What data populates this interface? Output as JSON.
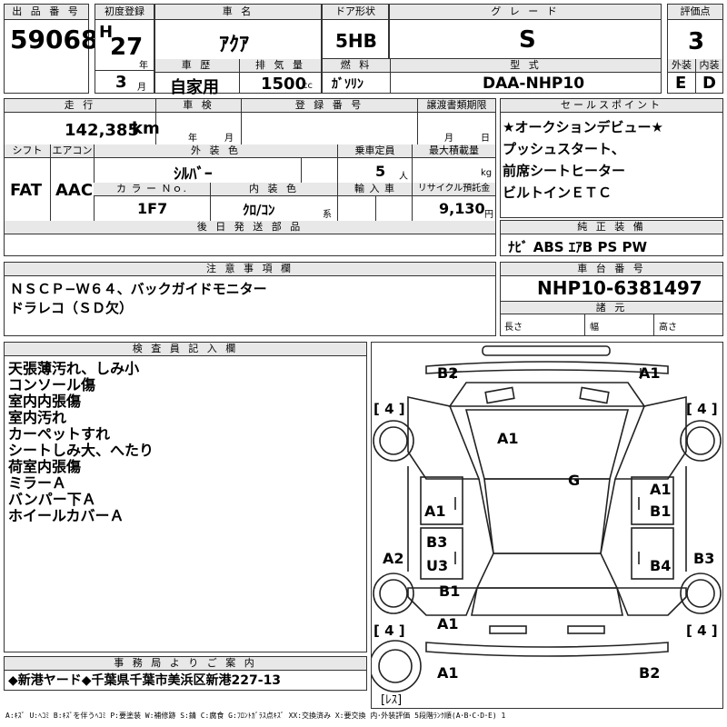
{
  "header": {
    "lot_no_label": "出 品 番 号",
    "lot_no": "59068",
    "first_reg_label": "初度登録",
    "era": "H",
    "year": "27",
    "year_unit": "年",
    "month": "3",
    "month_unit": "月",
    "car_name_label": "車 名",
    "car_name": "ｱｸｱ",
    "door_label": "ドア形状",
    "door": "5HB",
    "grade_label": "グ レ ー ド",
    "grade": "S",
    "score_label": "評価点",
    "score": "3",
    "history_label": "車 歴",
    "history": "自家用",
    "displacement_label": "排 気 量",
    "displacement": "1500",
    "displacement_unit": "cc",
    "fuel_label": "燃 料",
    "fuel": "ｶﾞｿﾘﾝ",
    "model_label": "型 式",
    "model": "DAA-NHP10",
    "ext_label": "外装",
    "ext_grade": "E",
    "int_label": "内装",
    "int_grade": "D"
  },
  "mid": {
    "mileage_label": "走 行",
    "mileage": "142,385",
    "mileage_unit": "km",
    "inspection_label": "車 検",
    "inspection_year_unit": "年",
    "inspection_month_unit": "月",
    "reg_no_label": "登 録 番 号",
    "transfer_label": "譲渡書類期限",
    "transfer_month": "月",
    "transfer_day": "日",
    "shift_label": "シフト",
    "shift": "FAT",
    "ac_label": "エアコン",
    "ac": "AAC",
    "ext_color_label": "外 装 色",
    "ext_color": "ｼﾙﾊﾞｰ",
    "capacity_label": "乗車定員",
    "capacity": "5",
    "capacity_unit": "人",
    "max_load_label": "最大積載量",
    "max_load_unit": "kg",
    "color_no_label": "カ ラ ー Ｎｏ.",
    "color_no": "1F7",
    "int_color_label": "内 装 色",
    "int_color": "ｸﾛ/ｺﾝ",
    "int_color_unit": "系",
    "import_label": "輸 入 車",
    "recycle_label": "リサイクル預託金",
    "recycle": "9,130",
    "recycle_unit": "円",
    "later_parts_label": "後 日 発 送 部 品"
  },
  "sales": {
    "label": "セールスポイント",
    "lines": [
      "★オークションデビュー★",
      "プッシュスタート、",
      "前席シートヒーター",
      "ビルトインＥＴＣ"
    ]
  },
  "equipment": {
    "label": "純 正 装 備",
    "value": "ﾅﾋﾞ  ABS  ｴｱB  PS  PW"
  },
  "notes": {
    "label": "注 意 事 項 欄",
    "lines": [
      "ＮＳＣＰ−Ｗ６４、バックガイドモニター",
      "ドラレコ（ＳＤ欠）"
    ]
  },
  "chassis": {
    "label": "車 台 番 号",
    "value": "NHP10-6381497",
    "dims_label": "諸 元",
    "length_label": "長さ",
    "width_label": "幅",
    "height_label": "高さ"
  },
  "inspector": {
    "label": "検 査 員 記 入 欄",
    "lines": [
      "天張薄汚れ、しみ小",
      "コンソール傷",
      "室内内張傷",
      "室内汚れ",
      "カーペットすれ",
      "シートしみ大、へたり",
      "荷室内張傷",
      "ミラーＡ",
      "バンパー下Ａ",
      "ホイールカバーＡ"
    ]
  },
  "diagram": {
    "marks": {
      "b2_top": "B2",
      "a1_top": "A1",
      "a1_roof": "A1",
      "g": "G",
      "a1_left_front": "A1",
      "a1_right_front": "A1",
      "b1_right_front": "B1",
      "a2_left": "A2",
      "b3_left": "B3",
      "u3": "U3",
      "b4": "B4",
      "b3_right": "B3",
      "b1_left": "B1",
      "a1_left_rear": "A1",
      "a1_bottom": "A1",
      "b2_bottom": "B2"
    },
    "tire_tl": "[ 4 ]",
    "tire_tr": "[ 4 ]",
    "tire_bl": "[ 4 ]",
    "tire_br": "[ 4 ]",
    "spare": "[ﾚｽ]"
  },
  "office": {
    "label": "事 務 局 よ り ご 案 内",
    "value": "◆新港ヤード◆千葉県千葉市美浜区新港227-13"
  },
  "legend": "A:ｷｽﾞ U:ﾍｺﾐ B:ｷｽﾞを伴うﾍｺﾐ P:要塗装 W:補修跡 S:錆 C:腐食 G:ﾌﾛﾝﾄｶﾞﾗｽ点ｷｽﾞ XX:交換済み X:要交換 内･外装評価 5段階ﾗﾝｸ順(A･B･C･D･E) 1"
}
